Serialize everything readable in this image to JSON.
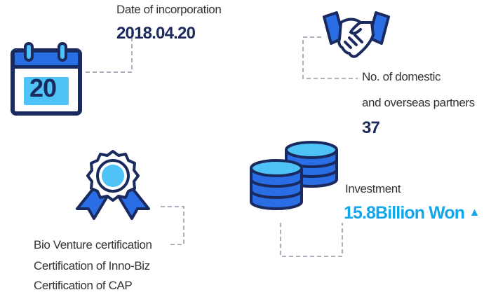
{
  "incorporation": {
    "label": "Date of incorporation",
    "value": "2018.04.20",
    "calendar_day": "20"
  },
  "partners": {
    "label_line1": "No. of domestic",
    "label_line2": "and overseas partners",
    "value": "37"
  },
  "investment": {
    "label": "Investment",
    "value": "15.8Billion Won",
    "trend_glyph": "▲"
  },
  "certifications": {
    "items": [
      "Bio Venture certification",
      "Certification of Inno-Biz",
      "Certification of CAP"
    ]
  },
  "icons": {
    "calendar": "calendar-icon",
    "handshake": "handshake-icon",
    "coins": "coin-stack-icon",
    "award": "award-ribbon-icon"
  },
  "colors": {
    "navy": "#1b2a5e",
    "blue": "#1f5fd6",
    "sky": "#12a6ea",
    "light_sky": "#4fc3f7",
    "dash": "#a9b2bd"
  }
}
